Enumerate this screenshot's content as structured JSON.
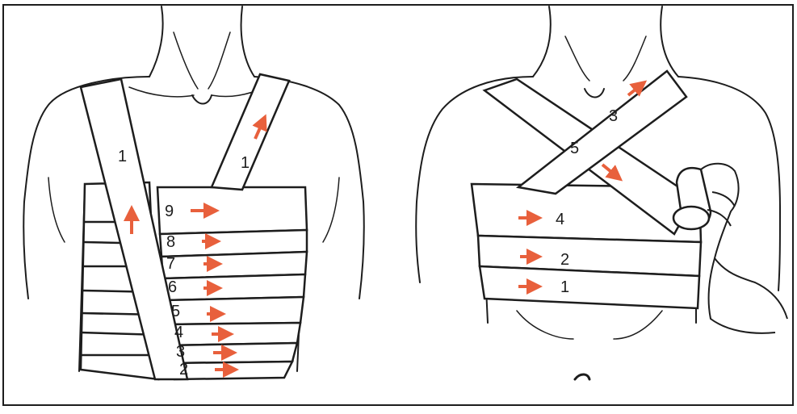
{
  "colors": {
    "ink": "#1d1d1d",
    "arrow": "#e8603c",
    "paper": "#ffffff",
    "bandage": "#ffffff"
  },
  "panels": [
    {
      "id": "left",
      "labels": [
        "1",
        "1",
        "9",
        "8",
        "7",
        "6",
        "5",
        "4",
        "3",
        "2"
      ]
    },
    {
      "id": "right",
      "labels": [
        "3",
        "5",
        "4",
        "2",
        "1"
      ]
    }
  ]
}
